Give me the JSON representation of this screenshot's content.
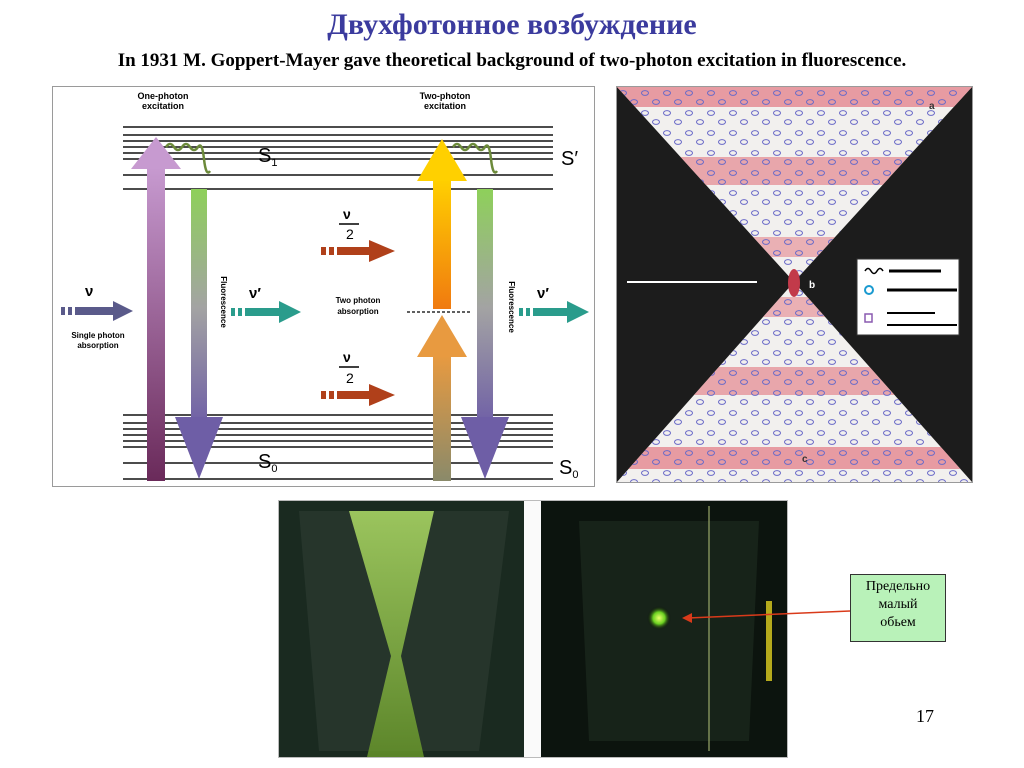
{
  "slide": {
    "title": "Двухфотонное возбуждение",
    "subtitle": "In  1931 M. Goppert-Mayer gave theoretical background of two-photon excitation in fluorescence.",
    "page_number": "17"
  },
  "diagram": {
    "one_photon_label": [
      "One-photon",
      "excitation"
    ],
    "two_photon_label": [
      "Two-photon",
      "excitation"
    ],
    "s1": "S",
    "s1_sub": "1",
    "s1_prime": "S′",
    "s0": "S",
    "s0_sub": "0",
    "nu": "ν",
    "nu_prime": "ν′",
    "half": "2",
    "single_photon_absorption": [
      "Single photon",
      "absorption"
    ],
    "two_photon_absorption": [
      "Two photon",
      "absorption"
    ],
    "fluorescence": "Fluorescence"
  },
  "beam": {
    "label_a": "a",
    "label_b": "b",
    "label_c": "c"
  },
  "callout": {
    "lines": [
      "Предельно",
      "малый",
      "обьем"
    ]
  },
  "colors": {
    "title": "#3b3b9e",
    "callout_bg": "#b9f2b9",
    "callout_arrow": "#d93a1a",
    "one_photon_arrow": "#a66fb0",
    "fluorescence_arrow": "#8fc86a",
    "two_photon_arrow": "#f2a11a",
    "laser_arrow": "#b0401a",
    "emission_arrow": "#2a9c8c"
  }
}
